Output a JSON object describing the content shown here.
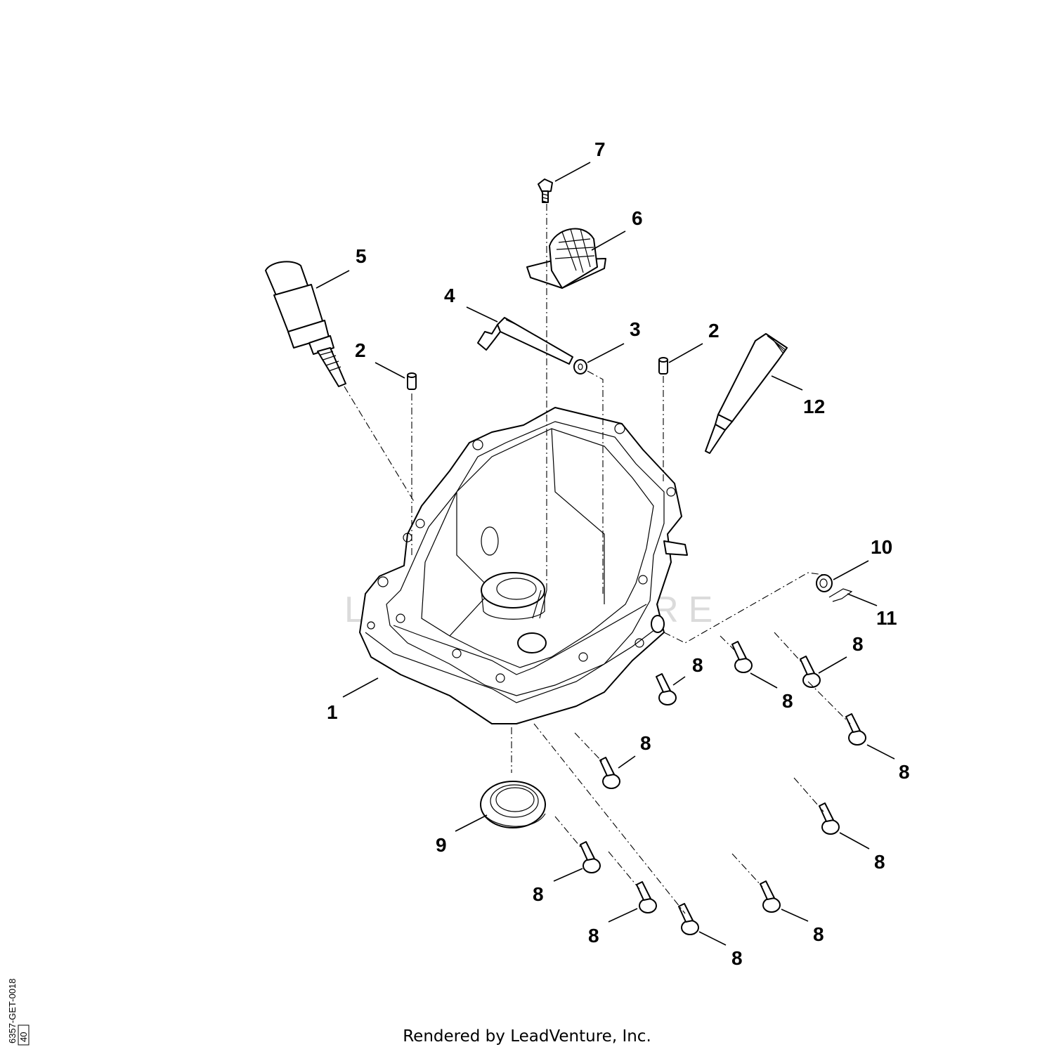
{
  "callouts": {
    "c1": "1",
    "c2a": "2",
    "c2b": "2",
    "c3": "3",
    "c4": "4",
    "c5": "5",
    "c6": "6",
    "c7": "7",
    "c8": "8",
    "c9": "9",
    "c10": "10",
    "c11": "11",
    "c12": "12"
  },
  "watermark": "LEADVENTURE",
  "footer": "Rendered by LeadVenture, Inc.",
  "drawing_code": "6357-GET-0018",
  "revision": "40"
}
